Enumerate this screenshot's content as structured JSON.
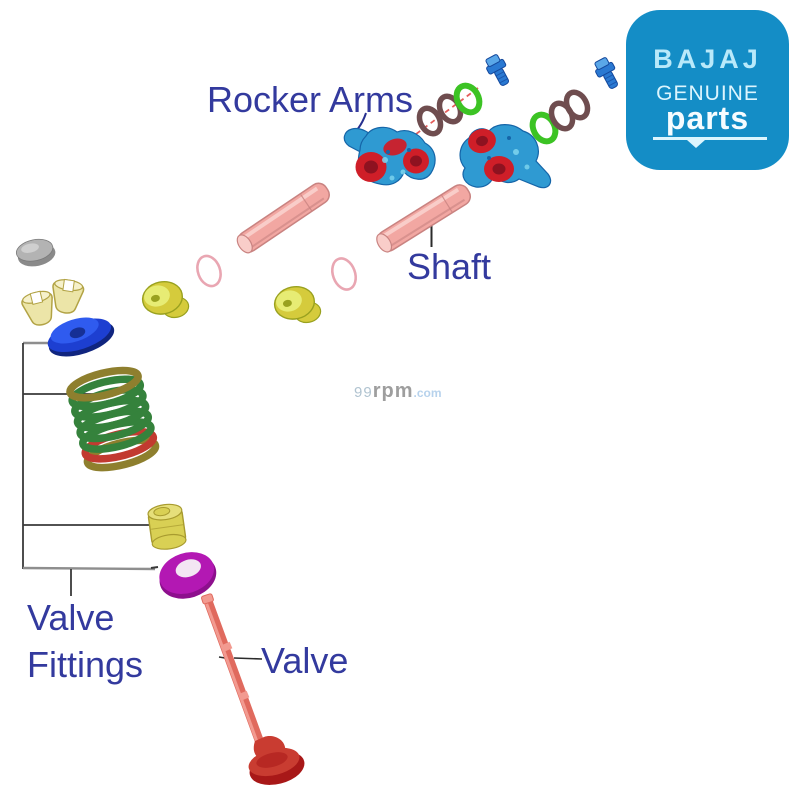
{
  "labels": {
    "rocker_arms": "Rocker Arms",
    "shaft": "Shaft",
    "valve_fittings_line1": "Valve",
    "valve_fittings_line2": "Fittings",
    "valve": "Valve"
  },
  "watermark": {
    "num": "99",
    "name": "rpm",
    "tld": ".com"
  },
  "logo": {
    "brand": "BAJAJ",
    "tagline": "GENUINE",
    "product": "parts"
  },
  "colors": {
    "label_color": "#333a9e",
    "leader_dark": "#2b2b2b",
    "leader_blue": "#27308f",
    "leader_red": "#e0413f",
    "bracket_dark": "#3a3a3a",
    "bracket_gray": "#8e8e8e",
    "logo_bg": "#148dc6",
    "logo_brand": "#b9e9fa",
    "logo_genuine": "#dcf5fe",
    "logo_parts": "#f6fcff",
    "wm_num": "#a3b9c8",
    "wm_name": "#8e8e8e",
    "wm_tld": "#abcbe9",
    "rocker_blue": "#2f9ad2",
    "rocker_blue_dark": "#1565a8",
    "rocker_cyan": "#7fd6ef",
    "rocker_red": "#cf1e28",
    "rocker_red_dark": "#8e1220",
    "shaft_pink": "#f2a7a2",
    "shaft_hi": "#f9cdc9",
    "shaft_edge": "#c98381",
    "ring_brown": "#6f4d4f",
    "ring_green": "#3cc324",
    "ring_pink": "#e9a6b2",
    "bolt_blue": "#2a79d2",
    "bolt_hi": "#5aa7e8",
    "bolt_edge": "#14489c",
    "disc_gray": "#b3b3b3",
    "disc_gray_dark": "#8a8a8a",
    "collet_yellow": "#ece5a8",
    "collet_hi": "#f6f1cb",
    "collet_edge": "#b2a345",
    "retainer_blue": "#1d3fd1",
    "retainer_hi": "#2f5bef",
    "retainer_dark": "#10257f",
    "spring_green": "#35823c",
    "spring_red": "#c23a30",
    "spring_olive": "#8e7f2e",
    "seat_yellow": "#d5cb3c",
    "seat_hi": "#e7ec74",
    "seat_edge": "#99a11f",
    "bucket_yellow": "#d9d054",
    "bucket_hi": "#e6df7a",
    "bucket_edge": "#a89b2f",
    "seal_magenta": "#b318b3",
    "seal_dark": "#8d0f8d",
    "seal_hole": "#f3e6f3",
    "valve_stem": "#e06a5e",
    "valve_stem_hi": "#f29a90",
    "valve_head": "#a81818",
    "valve_head_hi": "#c93c31"
  }
}
